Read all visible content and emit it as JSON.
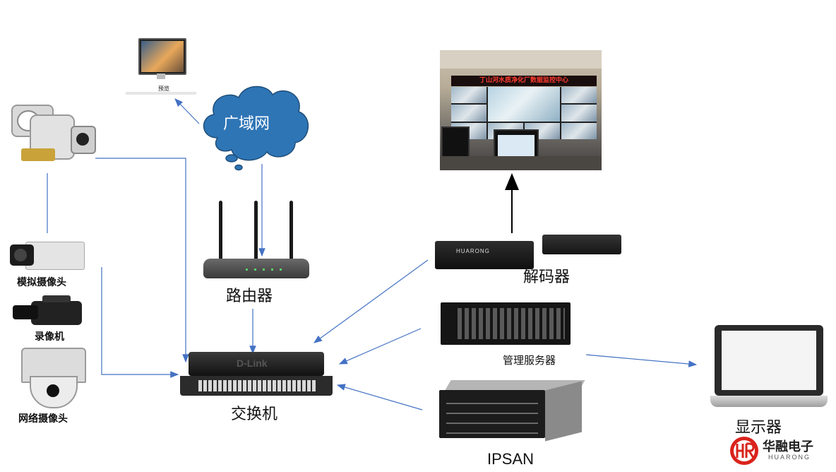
{
  "nodes": {
    "wan": "广域网",
    "router": "路由器",
    "switch": "交换机",
    "decoder": "解码器",
    "mgmt_server": "管理服务器",
    "ipsan": "IPSAN",
    "display": "显示器",
    "analog_camera": "模拟摄像头",
    "camcorder": "录像机",
    "network_camera": "网络摄像头",
    "preview": "预览"
  },
  "video_wall_banner": "丁山河水质净化厂数据监控中心",
  "device_brand": "HUARONG",
  "switch_brand": "D-Link",
  "logo": {
    "name_cn": "华融电子",
    "name_en": "HUARONG"
  },
  "colors": {
    "connector": "#4472c4",
    "cloud": "#2e75b6",
    "arrow_black": "#000000"
  }
}
